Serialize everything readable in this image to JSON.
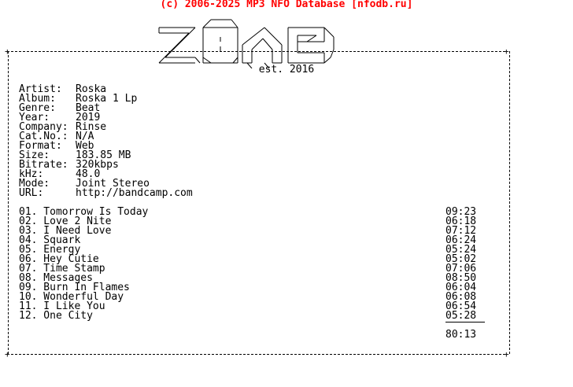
{
  "header": {
    "title": "(c) 2006-2025 MP3 NFO Database [nfodb.ru]",
    "color": "#ff0000"
  },
  "logo": {
    "text": "ZONE",
    "est": "est. 2016"
  },
  "info": [
    {
      "label": "Artist:",
      "value": "Roska"
    },
    {
      "label": "Album:",
      "value": "Roska 1 Lp"
    },
    {
      "label": "Genre:",
      "value": "Beat"
    },
    {
      "label": "Year:",
      "value": "2019"
    },
    {
      "label": "Company:",
      "value": "Rinse"
    },
    {
      "label": "Cat.No.:",
      "value": "N/A"
    },
    {
      "label": "Format:",
      "value": "Web"
    },
    {
      "label": "Size:",
      "value": "183.85 MB"
    },
    {
      "label": "Bitrate:",
      "value": "320kbps"
    },
    {
      "label": "kHz:",
      "value": "48.0"
    },
    {
      "label": "Mode:",
      "value": "Joint Stereo"
    },
    {
      "label": "URL:",
      "value": "http://bandcamp.com"
    }
  ],
  "tracks": [
    {
      "title": "01. Tomorrow Is Today",
      "duration": "09:23"
    },
    {
      "title": "02. Love 2 Nite",
      "duration": "06:18"
    },
    {
      "title": "03. I Need Love",
      "duration": "07:12"
    },
    {
      "title": "04. Squark",
      "duration": "06:24"
    },
    {
      "title": "05. Energy",
      "duration": "05:24"
    },
    {
      "title": "06. Hey Cutie",
      "duration": "05:02"
    },
    {
      "title": "07. Time Stamp",
      "duration": "07:06"
    },
    {
      "title": "08. Messages",
      "duration": "08:50"
    },
    {
      "title": "09. Burn In Flames",
      "duration": "06:04"
    },
    {
      "title": "10. Wonderful Day",
      "duration": "06:08"
    },
    {
      "title": "11. I Like You",
      "duration": "06:54"
    },
    {
      "title": "12. One City",
      "duration": "05:28"
    }
  ],
  "total_time": "80:13"
}
